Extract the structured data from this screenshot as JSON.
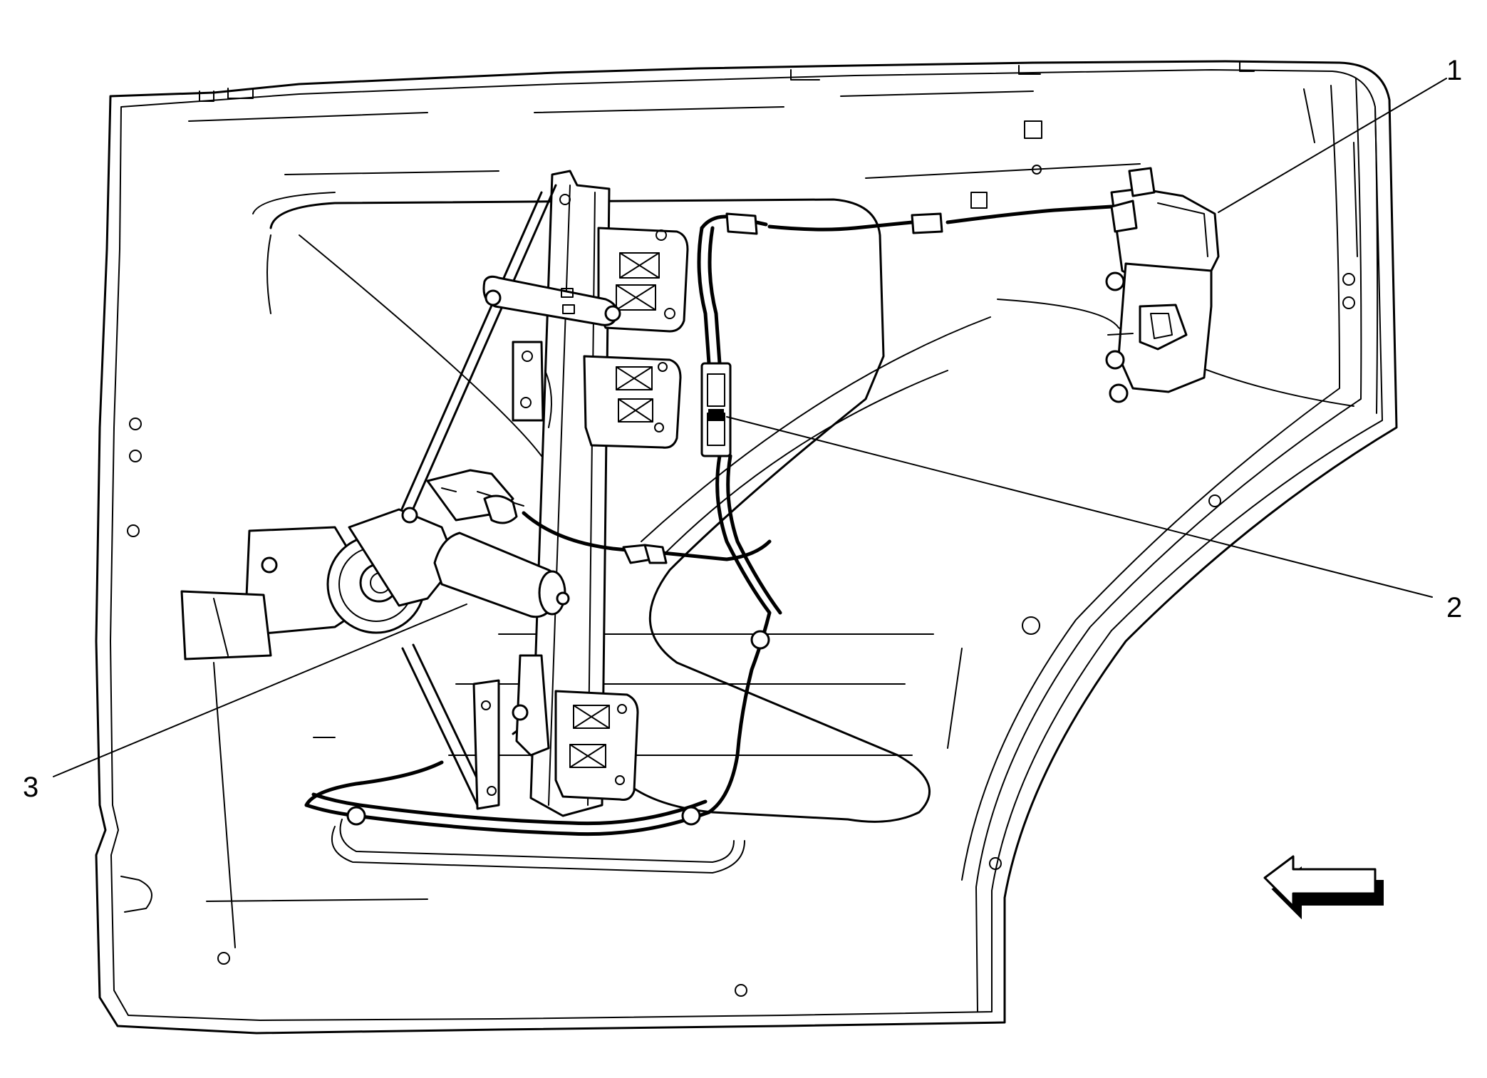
{
  "callouts": [
    {
      "number": "1",
      "part": "door-lock-actuator"
    },
    {
      "number": "2",
      "part": "harness-connector"
    },
    {
      "number": "3",
      "part": "window-regulator-motor"
    }
  ],
  "direction_arrow": {
    "icon": "arrow-left-icon",
    "meaning": "vehicle-front"
  },
  "colors": {
    "line": "#000000",
    "background": "#ffffff"
  }
}
